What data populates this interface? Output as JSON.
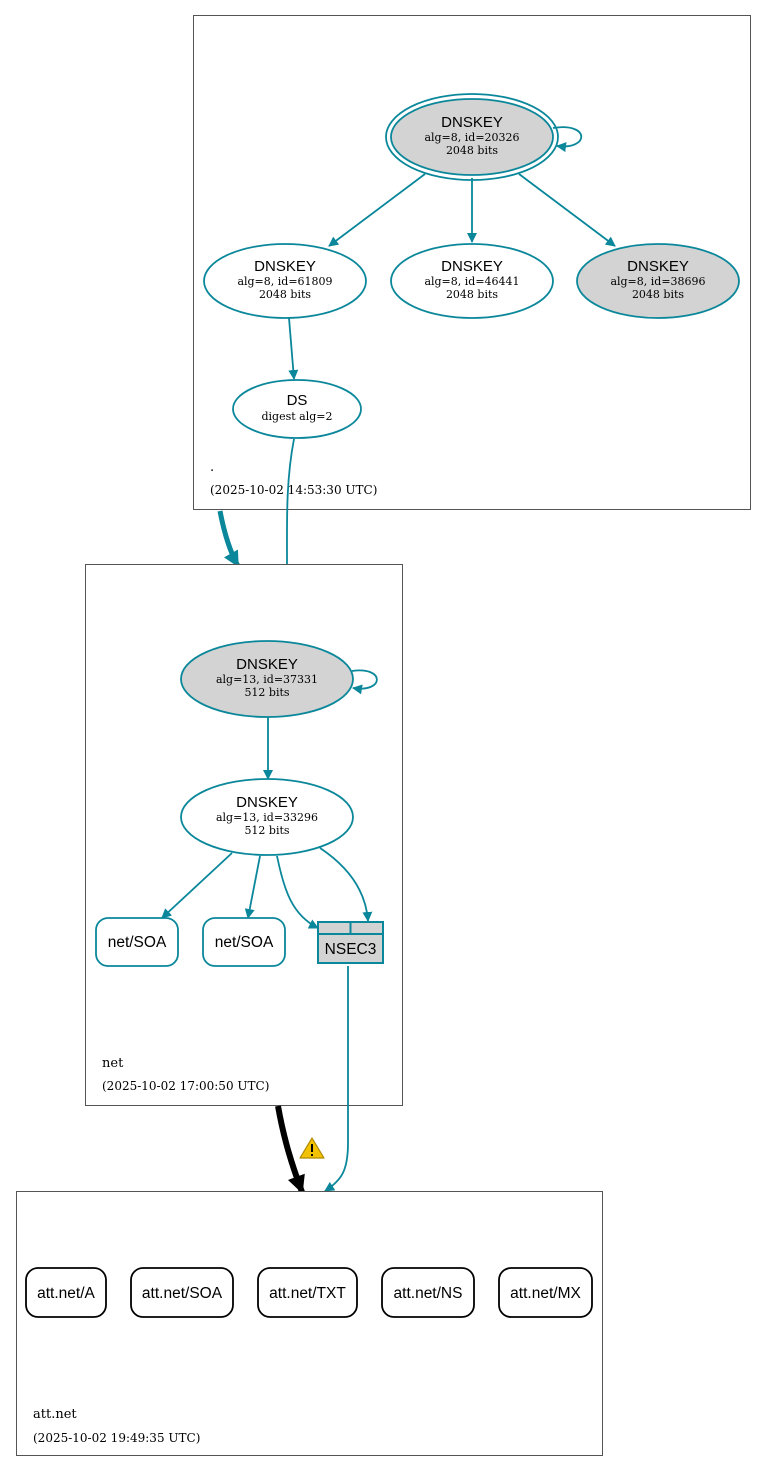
{
  "colors": {
    "secure": "#0a879a",
    "ksk_fill": "#d3d3d3",
    "box_border": "#555555",
    "insecure": "#000000",
    "warning": "#f2c200"
  },
  "zones": {
    "root": {
      "name": ".",
      "timestamp": "(2025-10-02 14:53:30 UTC)",
      "nodes": {
        "dnskey_20326": {
          "title": "DNSKEY",
          "line1": "alg=8, id=20326",
          "line2": "2048 bits"
        },
        "dnskey_61809": {
          "title": "DNSKEY",
          "line1": "alg=8, id=61809",
          "line2": "2048 bits"
        },
        "dnskey_46441": {
          "title": "DNSKEY",
          "line1": "alg=8, id=46441",
          "line2": "2048 bits"
        },
        "dnskey_38696": {
          "title": "DNSKEY",
          "line1": "alg=8, id=38696",
          "line2": "2048 bits"
        },
        "ds": {
          "title": "DS",
          "line1": "digest alg=2"
        }
      }
    },
    "net": {
      "name": "net",
      "timestamp": "(2025-10-02 17:00:50 UTC)",
      "nodes": {
        "dnskey_37331": {
          "title": "DNSKEY",
          "line1": "alg=13, id=37331",
          "line2": "512 bits"
        },
        "dnskey_33296": {
          "title": "DNSKEY",
          "line1": "alg=13, id=33296",
          "line2": "512 bits"
        },
        "soa_1": {
          "label": "net/SOA"
        },
        "soa_2": {
          "label": "net/SOA"
        },
        "nsec3": {
          "label": "NSEC3"
        }
      }
    },
    "att": {
      "name": "att.net",
      "timestamp": "(2025-10-02 19:49:35 UTC)",
      "rrsets": [
        "att.net/A",
        "att.net/SOA",
        "att.net/TXT",
        "att.net/NS",
        "att.net/MX"
      ]
    }
  },
  "icons": {
    "warning": "warning-triangle-icon"
  }
}
